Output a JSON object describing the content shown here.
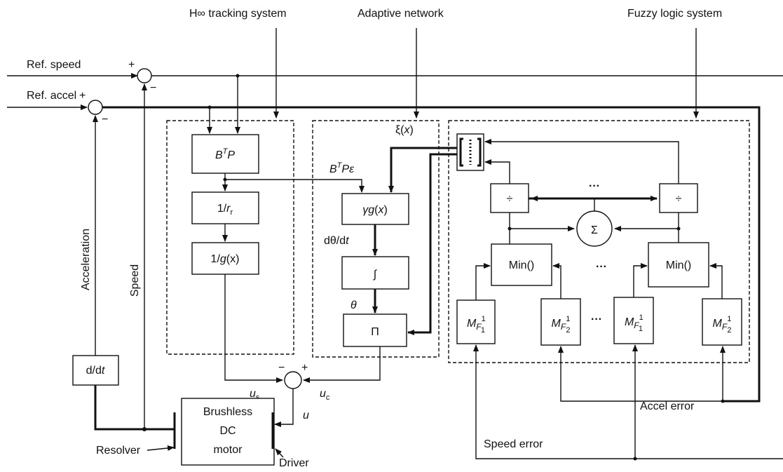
{
  "header_labels": {
    "hinf": "H∞ tracking system",
    "adaptive": "Adaptive network",
    "fuzzy": "Fuzzy logic system"
  },
  "inputs": {
    "ref_speed": "Ref. speed",
    "ref_accel": "Ref. accel"
  },
  "signs": {
    "plus": "+",
    "minus": "−"
  },
  "hinf_blocks": {
    "btp_base": "B",
    "btp_sup": "T",
    "btp_end": "P",
    "inv_r_prefix": "1/",
    "inv_r_var": "r",
    "inv_r_sub": "r",
    "inv_g_prefix": "1/",
    "inv_g_var": "g",
    "inv_g_suffix": "(x)"
  },
  "adaptive_blocks": {
    "xi_prefix": "ξ(",
    "xi_var": "x",
    "xi_suffix": ")",
    "btpe_base": "B",
    "btpe_sup": "T",
    "btpe_end": "Pε",
    "gamma_g_prefix": "γ",
    "gamma_g_var": "g",
    "gamma_g_paren_open": "(",
    "gamma_g_x": "x",
    "gamma_g_paren_close": ")",
    "dtheta_prefix": "dθ/d",
    "dtheta_var": "t",
    "integral": "∫",
    "theta": "θ",
    "pi": "Π"
  },
  "fuzzy_blocks": {
    "divide": "÷",
    "ellipsis": "···",
    "sum": "Σ",
    "min": "Min()",
    "mf_letter": "M",
    "mf_f": "F",
    "mf_sup": "1",
    "mf_sub_1": "1",
    "mf_sub_2": "2"
  },
  "signals": {
    "us_var": "u",
    "us_sub": "s",
    "uc_var": "u",
    "uc_sub": "c",
    "u": "u",
    "acceleration": "Acceleration",
    "speed": "Speed",
    "accel_error": "Accel error",
    "speed_error": "Speed error"
  },
  "plant": {
    "ddt_prefix": "d/d",
    "ddt_var": "t",
    "motor_line1": "Brushless",
    "motor_line2": "DC",
    "motor_line3": "motor",
    "resolver": "Resolver",
    "driver": "Driver"
  }
}
